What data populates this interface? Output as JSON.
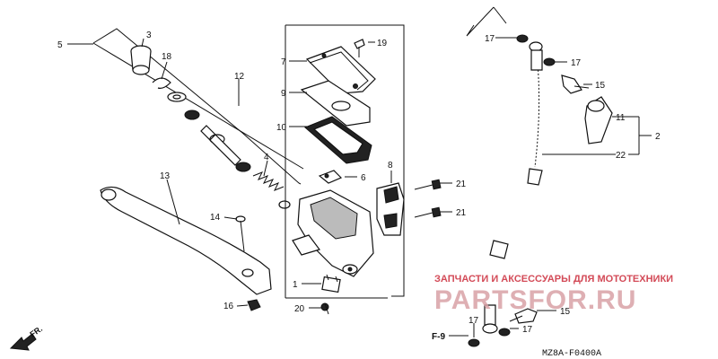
{
  "callouts": {
    "c1": "1",
    "c2": "2",
    "c3": "3",
    "c4": "4",
    "c5": "5",
    "c6": "6",
    "c7": "7",
    "c8": "8",
    "c9": "9",
    "c10": "10",
    "c11": "11",
    "c12": "12",
    "c13": "13",
    "c14": "14",
    "c15a": "15",
    "c15b": "15",
    "c16": "16",
    "c17a": "17",
    "c17b": "17",
    "c17c": "17",
    "c17d": "17",
    "c18": "18",
    "c19": "19",
    "c20": "20",
    "c21a": "21",
    "c21b": "21",
    "c22": "22"
  },
  "watermark": {
    "caption": "ЗАПЧАСТИ И АКСЕССУАРЫ ДЛЯ МОТОТЕХНИКИ",
    "logo_text": "PARTSFOR.RU"
  },
  "figure_ref": "F-9",
  "direction": "FR.",
  "drawing_code": "MZ8A-F0400A"
}
